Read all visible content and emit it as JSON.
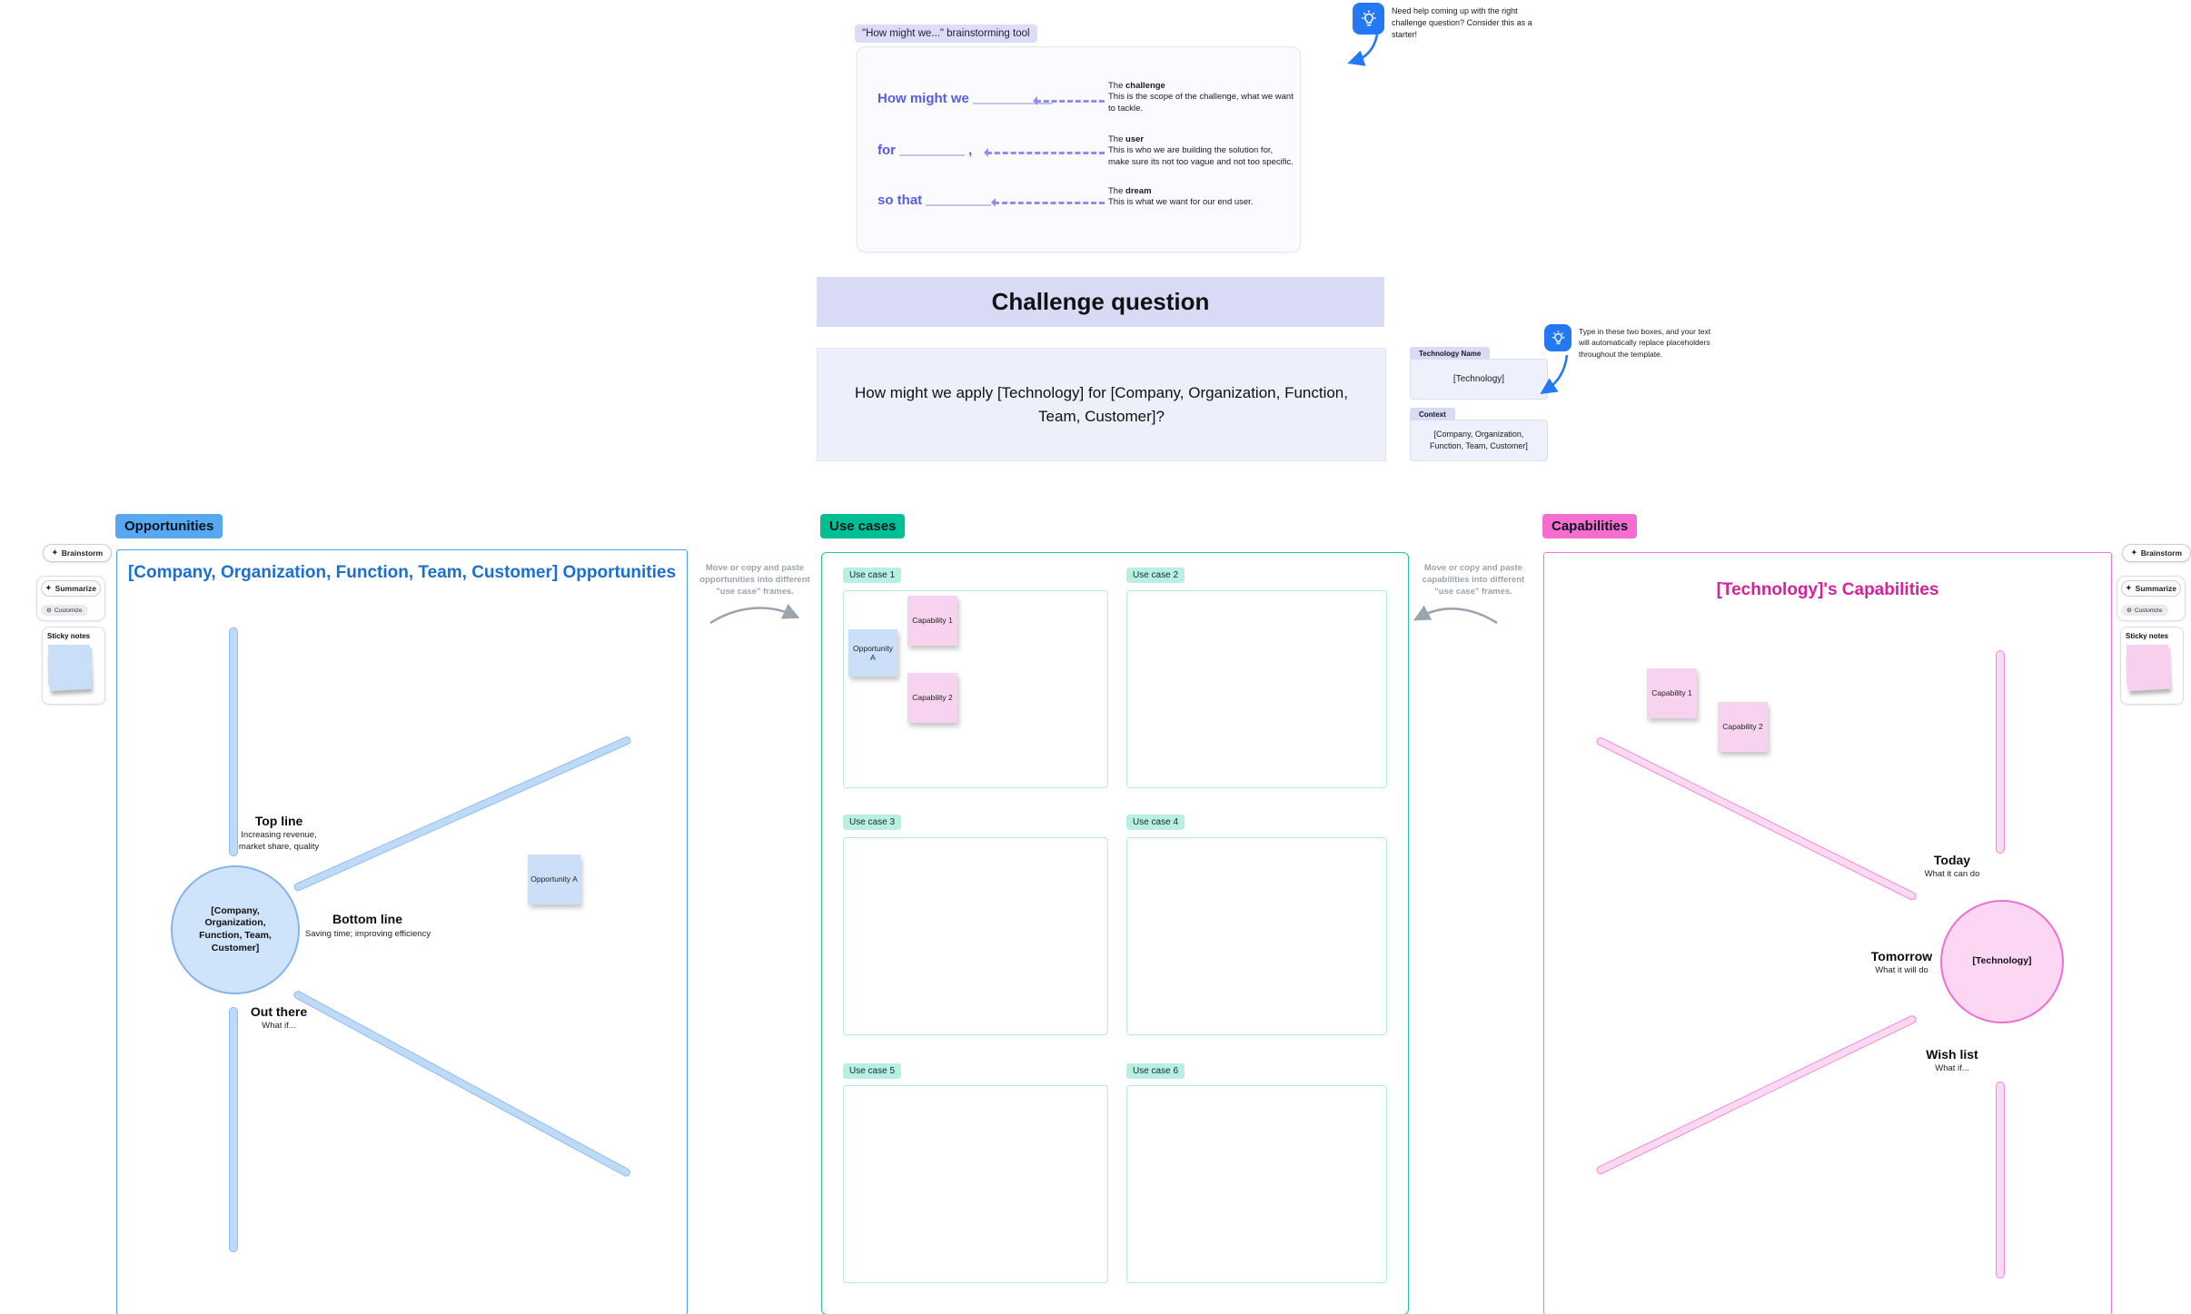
{
  "hmw_tool": {
    "chip_label": "\"How might we...\" brainstorming tool",
    "rows": [
      {
        "prompt": "How might we",
        "punct": "",
        "term_prefix": "The",
        "term_bold": "challenge",
        "desc": "This is the scope of the challenge, what we want to tackle."
      },
      {
        "prompt": "for",
        "punct": ",",
        "term_prefix": "The",
        "term_bold": "user",
        "desc": "This is who we are building the solution for, make sure its not too vague and not too specific."
      },
      {
        "prompt": "so that",
        "punct": ".",
        "term_prefix": "The",
        "term_bold": "dream",
        "desc": "This is what we want for our end user."
      }
    ],
    "tip": "Need help coming up with the right challenge question? Consider this as a starter!"
  },
  "challenge": {
    "header": "Challenge question",
    "question": "How might we apply [Technology] for [Company, Organization, Function, Team, Customer]?"
  },
  "inputs": {
    "technology_label": "Technology Name",
    "technology_value": "[Technology]",
    "context_label": "Context",
    "context_value": "[Company, Organization, Function, Team, Customer]",
    "tip": "Type in these two boxes, and your text will automatically replace placeholders throughout the template."
  },
  "opportunities": {
    "chip": "Opportunities",
    "title": "[Company, Organization, Function, Team, Customer] Opportunities",
    "center_circle": "[Company, Organization, Function, Team, Customer]",
    "top_line_label": "Top line",
    "top_line_desc": "Increasing revenue, market share, quality",
    "bottom_line_label": "Bottom line",
    "bottom_line_desc": "Saving time; improving efficiency",
    "out_there_label": "Out there",
    "out_there_desc": "What if...",
    "sticky": "Opportunity A",
    "hint": "Move or copy and paste opportunities into different \"use case\" frames."
  },
  "use_cases": {
    "chip": "Use cases",
    "frames": [
      "Use case 1",
      "Use case 2",
      "Use case 3",
      "Use case 4",
      "Use case 5",
      "Use case 6"
    ],
    "sticky_opportunity": "Opportunity A",
    "sticky_capability_1": "Capability 1",
    "sticky_capability_2": "Capability 2"
  },
  "capabilities": {
    "chip": "Capabilities",
    "title": "[Technology]'s Capabilities",
    "center_circle": "[Technology]",
    "today_label": "Today",
    "today_desc": "What it can do",
    "tomorrow_label": "Tomorrow",
    "tomorrow_desc": "What it will do",
    "wish_list_label": "Wish list",
    "wish_list_desc": "What if...",
    "sticky_capability_1": "Capability 1",
    "sticky_capability_2": "Capability 2",
    "hint": "Move or copy and paste capabilities into different \"use case\" frames."
  },
  "ai_widgets": {
    "brainstorm": "Brainstorm",
    "summarize": "Summarize",
    "customize": "Customize",
    "sticky_notes": "Sticky notes"
  },
  "colors": {
    "opportunities_accent": "#4DA0F2",
    "use_cases_accent": "#00BF94",
    "capabilities_accent": "#F56ECF",
    "lavender": "#DCDCF8",
    "indigo_text": "#585CE5",
    "blue_title": "#1B6FD4",
    "magenta_title": "#D4219C",
    "tip_blue": "#2478F4",
    "sticky_blue": "#CBDFF8",
    "sticky_pink": "#F8D3EF",
    "hint_grey": "#9AA4AE"
  }
}
